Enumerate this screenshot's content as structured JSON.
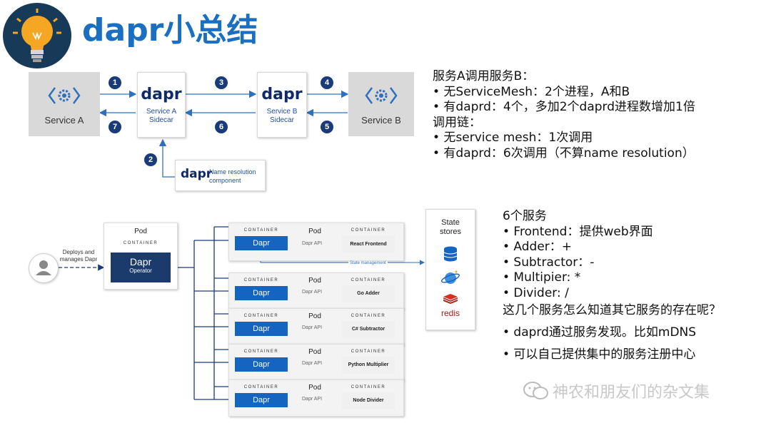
{
  "title": "dapr小总结",
  "top_diagram": {
    "service_a": "Service A",
    "service_b": "Service B",
    "dapr_logo": "dapr",
    "sidecar_a": [
      "Service A",
      "Sidecar"
    ],
    "sidecar_b": [
      "Service B",
      "Sidecar"
    ],
    "name_resolution": [
      "Name resolution",
      "component"
    ],
    "steps": [
      "1",
      "2",
      "3",
      "4",
      "5",
      "6",
      "7"
    ]
  },
  "right_text_top": [
    "服务A调用服务B：",
    "•   无ServiceMesh：2个进程，A和B",
    "•   有daprd：4个，多加2个daprd进程数增加1倍",
    "调用链：",
    "•   无service mesh：1次调用",
    "•   有daprd：6次调用（不算name resolution）"
  ],
  "bottom_diagram": {
    "deploys_label": [
      "Deploys and",
      "manages Dapr"
    ],
    "operator_pod": "Pod",
    "container_label": "CONTAINER",
    "operator_name": "Dapr",
    "operator_sub": "Operator",
    "dapr_label": "Dapr",
    "dapr_api": "Dapr API",
    "state_management": "State management",
    "state_stores": [
      "State",
      "stores"
    ],
    "redis": "redis",
    "pods": [
      {
        "pod": "Pod",
        "app": "React Frontend"
      },
      {
        "pod": "Pod",
        "app": "Go Adder"
      },
      {
        "pod": "Pod",
        "app": "C# Subtractor"
      },
      {
        "pod": "Pod",
        "app": "Python Multiplier"
      },
      {
        "pod": "Pod",
        "app": "Node Divider"
      }
    ]
  },
  "right_text_bottom": [
    "6个服务",
    "•     Frontend：提供web界面",
    "•     Adder：+",
    "•     Subtractor：-",
    "•     Multipier: *",
    "•     Divider: /",
    "这几个服务怎么知道其它服务的存在呢？",
    "•     daprd通过服务发现。比如mDNS",
    "•     可以自己提供集中的服务注册中心"
  ],
  "watermark": "神农和朋友们的杂文集",
  "colors": {
    "title": "#1a6fc2",
    "dapr_navy": "#0f2a66",
    "step_circle": "#1a3b7a",
    "container_blue": "#1565c0",
    "arrow_blue": "#2f6fc0"
  }
}
